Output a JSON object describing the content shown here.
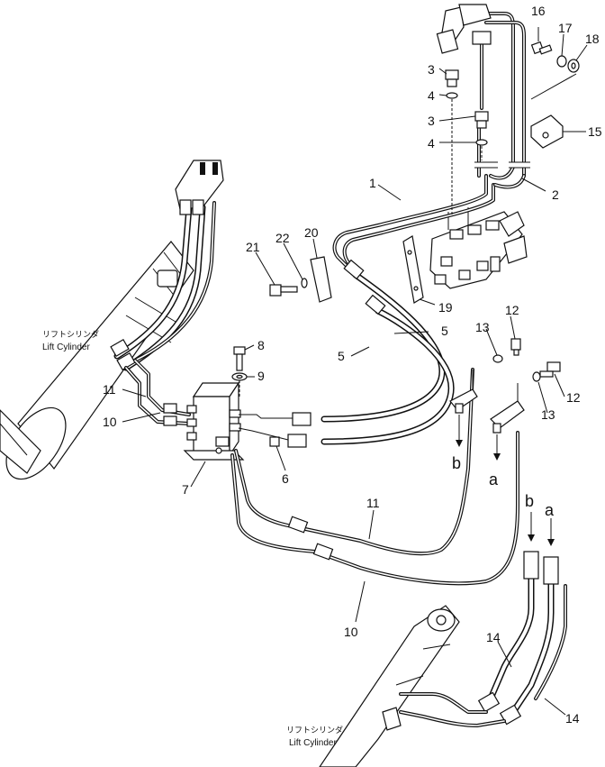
{
  "callouts": {
    "c1": "1",
    "c2": "2",
    "c3a": "3",
    "c3b": "3",
    "c4a": "4",
    "c4b": "4",
    "c5a": "5",
    "c5b": "5",
    "c6": "6",
    "c7": "7",
    "c8": "8",
    "c9": "9",
    "c10a": "10",
    "c10b": "10",
    "c11a": "11",
    "c11b": "11",
    "c12a": "12",
    "c12b": "12",
    "c13a": "13",
    "c13b": "13",
    "c14a": "14",
    "c14b": "14",
    "c15": "15",
    "c16": "16",
    "c17": "17",
    "c18": "18",
    "c19": "19",
    "c20": "20",
    "c21": "21",
    "c22": "22"
  },
  "connection_marks": {
    "b_left": "b",
    "a_left": "a",
    "b_right": "b",
    "a_right": "a"
  },
  "cylinder_labels": {
    "upper_jp": "リフトシリンダ",
    "upper_en": "Lift Cylinder",
    "lower_jp": "リフトシリンダ",
    "lower_en": "Lift Cylinder"
  }
}
